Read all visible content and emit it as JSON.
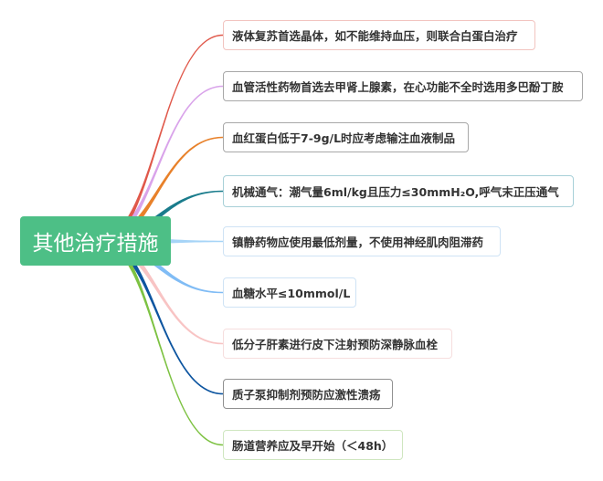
{
  "root": {
    "label": "其他治疗措施",
    "color": "#4dbf86"
  },
  "branches": [
    {
      "label": "液体复苏首选晶体，如不能维持血压，则联合白蛋白治疗",
      "color": "#e0584a",
      "border": "#f2c4c0"
    },
    {
      "label": "血管活性药物首选去甲肾上腺素，在心功能不全时选用多巴酚丁胺",
      "color": "#d9a3ea",
      "border": "#a8a8a8"
    },
    {
      "label": "血红蛋白低于7-9g/L时应考虑输注血液制品",
      "color": "#e8812a",
      "border": "#a8a8a8"
    },
    {
      "label": "机械通气：潮气量6ml/kg且压力≤30mmH₂O,呼气末正压通气",
      "color": "#1a7c8c",
      "border": "#a8d0d8"
    },
    {
      "label": "镇静药物应使用最低剂量，不使用神经肌肉阻滞药",
      "color": "#a6d4f7",
      "border": "#cfe3f5"
    },
    {
      "label": "血糖水平≤10mmol/L",
      "color": "#80bcf5",
      "border": "#cfe3f5"
    },
    {
      "label": "低分子肝素进行皮下注射预防深静脉血栓",
      "color": "#f8c4c4",
      "border": "#f6dede"
    },
    {
      "label": "质子泵抑制剂预防应激性溃疡",
      "color": "#0d55a0",
      "border": "#909090"
    },
    {
      "label": "肠道营养应及早开始（＜48h）",
      "color": "#7dc242",
      "border": "#cfe6c0"
    }
  ]
}
